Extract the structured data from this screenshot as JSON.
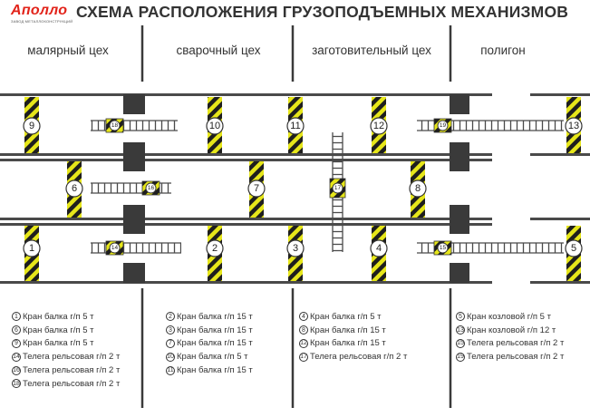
{
  "logo": {
    "name": "Аполло",
    "tagline": "ЗАВОД МЕТАЛЛОКОНСТРУКЦИЙ"
  },
  "title": "СХЕМА РАСПОЛОЖЕНИЯ ГРУЗОПОДЪЕМНЫХ МЕХАНИЗМОВ",
  "sections": [
    "малярный цех",
    "сварочный цех",
    "заготовительный цех",
    "полигон"
  ],
  "diagram": {
    "cranes": [
      "1",
      "2",
      "3",
      "4",
      "5",
      "6",
      "7",
      "8",
      "9",
      "10",
      "11",
      "12",
      "13"
    ],
    "trolleys": [
      "14",
      "15",
      "16",
      "17",
      "18",
      "19"
    ]
  },
  "legend": [
    [
      {
        "num": "1",
        "text": "Кран балка г/п 5 т"
      },
      {
        "num": "6",
        "text": "Кран балка г/п 5 т"
      },
      {
        "num": "9",
        "text": "Кран балка г/п 5 т"
      },
      {
        "num": "14",
        "text": "Телега рельсовая г/п 2 т"
      },
      {
        "num": "16",
        "text": "Телега рельсовая г/п 2 т"
      },
      {
        "num": "18",
        "text": "Телега рельсовая г/п 2 т"
      }
    ],
    [
      {
        "num": "2",
        "text": "Кран балка г/п 15 т"
      },
      {
        "num": "3",
        "text": "Кран балка г/п 15 т"
      },
      {
        "num": "7",
        "text": "Кран балка г/п 15 т"
      },
      {
        "num": "10",
        "text": "Кран балка г/п 5 т"
      },
      {
        "num": "11",
        "text": "Кран балка г/п 15 т"
      }
    ],
    [
      {
        "num": "4",
        "text": "Кран балка г/п 5 т"
      },
      {
        "num": "8",
        "text": "Кран балка г/п 15 т"
      },
      {
        "num": "12",
        "text": "Кран балка г/п 15 т"
      },
      {
        "num": "17",
        "text": "Телега рельсовая г/п 2 т"
      }
    ],
    [
      {
        "num": "5",
        "text": "Кран козловой г/п 5 т"
      },
      {
        "num": "13",
        "text": "Кран козловой г/п 12 т"
      },
      {
        "num": "15",
        "text": "Телега рельсовая г/п 2 т"
      },
      {
        "num": "19",
        "text": "Телега рельсовая г/п 2 т"
      }
    ]
  ],
  "colors": {
    "rail": "#4a4a4a",
    "accent": "#e6e61a",
    "stripe": "#1e1e1e",
    "logo": "#e2231a"
  }
}
